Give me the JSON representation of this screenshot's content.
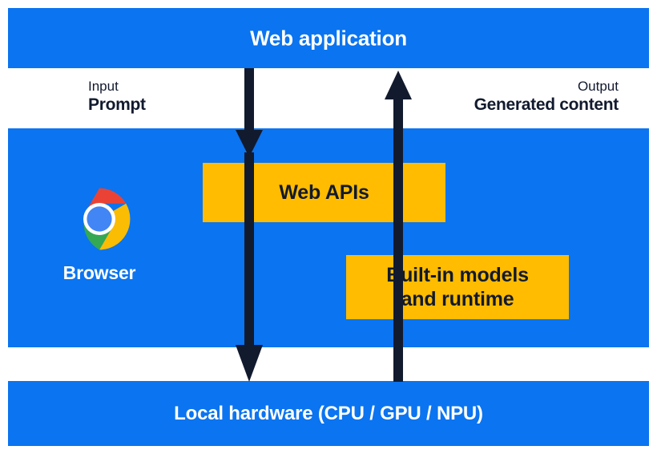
{
  "diagram": {
    "title_bar": {
      "label": "Web application"
    },
    "hardware_bar": {
      "label": "Local hardware (CPU / GPU / NPU)"
    },
    "browser": {
      "caption": "Browser",
      "logo_name": "chrome-logo",
      "logo_colors": {
        "red": "#ea4335",
        "yellow": "#fbbc04",
        "green": "#34a853",
        "blue": "#4285f4",
        "ring": "#ffffff"
      }
    },
    "flows": [
      {
        "kind": "Input",
        "value": "Prompt",
        "direction": "down"
      },
      {
        "kind": "Output",
        "value": "Generated content",
        "direction": "up"
      }
    ],
    "boxes": [
      {
        "label": "Web APIs"
      },
      {
        "line1": "Built-in models",
        "line2": "and runtime"
      }
    ],
    "colors": {
      "band_blue": "#0b74f0",
      "box_amber": "#ffbc00",
      "ink_navy": "#121a2e",
      "white": "#ffffff"
    }
  }
}
